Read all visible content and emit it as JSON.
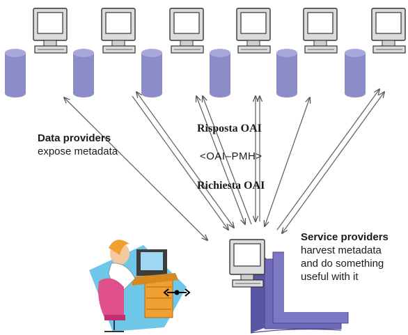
{
  "diagram": {
    "data_providers": {
      "title": "Data providers",
      "subtitle": "expose metadata"
    },
    "oai_labels": {
      "response": "Risposta OAI",
      "protocol": "<OAI–PMH>",
      "request": "Richiesta OAI"
    },
    "service_providers": {
      "title": "Service providers",
      "line1": "harvest metadata",
      "line2": "and do something",
      "line3": "useful with it"
    }
  },
  "colors": {
    "cylinder_fill": "#8c8cc8",
    "cylinder_top": "#a8a8dc",
    "documents_fill": "#6e6ab8",
    "monitor_frame": "#d8d8d8",
    "screen": "#ffffff",
    "arrow": "#555555"
  }
}
